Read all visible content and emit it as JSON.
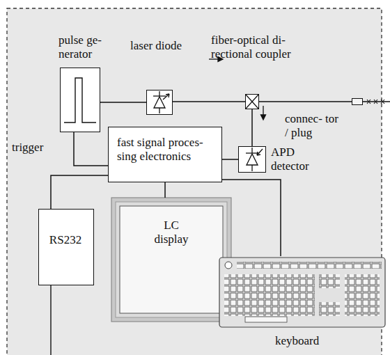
{
  "diagram": {
    "nodes": [
      {
        "text": [
          "pulse ge- nerator"
        ]
      },
      {
        "text": [
          "laser diode"
        ]
      },
      {
        "text": [
          "fiber-optical di- rectional coupler"
        ]
      },
      {
        "text": [
          "connec- tor / plug"
        ]
      },
      {
        "text": [
          "fast signal proces- sing electronics"
        ]
      },
      {
        "text": [
          "APD detector"
        ]
      },
      {
        "text": [
          "LC display"
        ]
      },
      {
        "text": [
          "RS232"
        ]
      },
      {
        "text": [
          "keyboard"
        ]
      }
    ],
    "edges": [
      {
        "from": 0,
        "to": 1,
        "arrow": "none"
      },
      {
        "from": 1,
        "to": 2,
        "arrow": "none"
      },
      {
        "from": 2,
        "to": 3,
        "arrow": "none"
      },
      {
        "from": 2,
        "to": 5,
        "arrow": "none"
      },
      {
        "from": 0,
        "to": 4,
        "arrow": "none"
      },
      {
        "from": 5,
        "to": 4,
        "arrow": "none"
      },
      {
        "from": 4,
        "to": 6,
        "arrow": "none"
      },
      {
        "from": 4,
        "to": 7,
        "arrow": "none"
      },
      {
        "from": 4,
        "to": 8,
        "arrow": "none"
      }
    ],
    "labels": [
      "trigger"
    ]
  }
}
